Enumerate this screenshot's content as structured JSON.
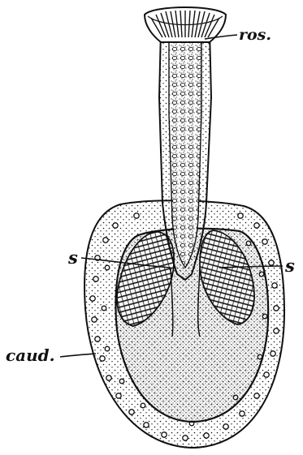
{
  "labels": {
    "rostrum": "ros.",
    "s_left": "s",
    "s_right": "s",
    "caudal": "caud."
  },
  "colors": {
    "ink": "#111111",
    "paper": "#ffffff"
  }
}
